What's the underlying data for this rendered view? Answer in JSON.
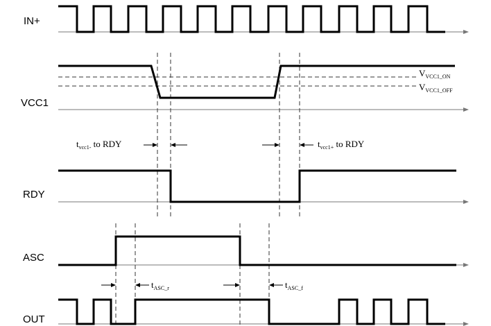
{
  "signals": {
    "in_plus": "IN+",
    "vcc1": "VCC1",
    "rdy": "RDY",
    "asc": "ASC",
    "out": "OUT"
  },
  "thresholds": {
    "on": {
      "main": "V",
      "sub": "VCC1_ON"
    },
    "off": {
      "main": "V",
      "sub": "VCC1_OFF"
    }
  },
  "timings": {
    "vcc1_minus": {
      "main": "t",
      "sub": "vcc1-",
      "rest": " to RDY"
    },
    "vcc1_plus": {
      "main": "t",
      "sub": "vcc1+",
      "rest": " to RDY"
    },
    "asc_r": {
      "main": "t",
      "sub": "ASC_r"
    },
    "asc_f": {
      "main": "t",
      "sub": "ASC_f"
    }
  }
}
